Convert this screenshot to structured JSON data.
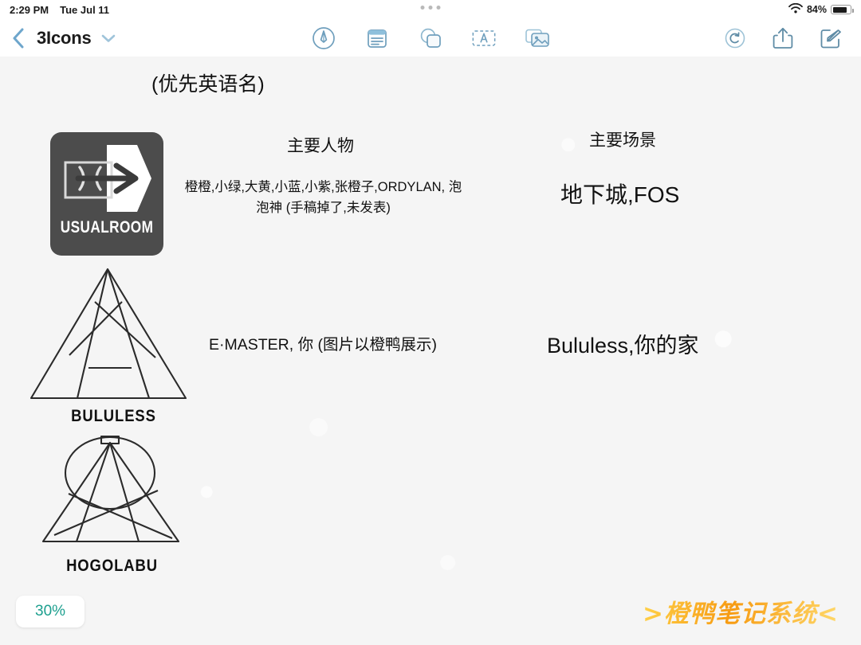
{
  "status_bar": {
    "time": "2:29 PM",
    "date": "Tue Jul 11",
    "battery_percent": "84%",
    "wifi_icon": "wifi-icon",
    "battery_icon": "battery-icon",
    "multitask_handle": "three-dots-handle"
  },
  "toolbar": {
    "back_icon": "chevron-left-icon",
    "document_title": "3Icons",
    "title_menu_icon": "chevron-down-icon",
    "center_tools": [
      {
        "name": "markup-pen-tool",
        "icon": "pen-in-circle-icon"
      },
      {
        "name": "sticky-note-tool",
        "icon": "note-card-icon"
      },
      {
        "name": "shapes-tool",
        "icon": "overlapping-shapes-icon"
      },
      {
        "name": "text-box-tool",
        "icon": "text-in-frame-icon"
      },
      {
        "name": "media-tool",
        "icon": "photo-stack-icon"
      }
    ],
    "right_tools": [
      {
        "name": "undo-button",
        "icon": "undo-circle-icon"
      },
      {
        "name": "share-button",
        "icon": "share-up-arrow-icon"
      },
      {
        "name": "compose-button",
        "icon": "pencil-in-square-icon"
      }
    ]
  },
  "canvas": {
    "note_header": "(优先英语名)",
    "columns": {
      "people": "主要人物",
      "scene": "主要场景"
    },
    "rows": [
      {
        "icon_name": "usualroom-icon",
        "icon_label": "USUALROOM",
        "people": "橙橙,小绿,大黄,小蓝,小紫,张橙子,ORDYLAN, 泡泡神 (手稿掉了,未发表)",
        "scene": "地下城,FOS"
      },
      {
        "icon_name": "bululess-icon",
        "icon_label": "BULULESS",
        "people": "E·MASTER, 你 (图片以橙鸭展示)",
        "scene": "Bululess,你的家"
      },
      {
        "icon_name": "hogolabu-icon",
        "icon_label": "HOGOLABU",
        "people": "",
        "scene": ""
      }
    ],
    "zoom_level": "30%",
    "brand_watermark": ">橙鸭笔记系统<"
  },
  "colors": {
    "icon_card_bg": "#4c4c4c",
    "zoom_text": "#1c9f8e",
    "brand": "#f3a81e",
    "accent_blue": "#7fb8d8",
    "canvas_bg": "#f5f5f5"
  }
}
